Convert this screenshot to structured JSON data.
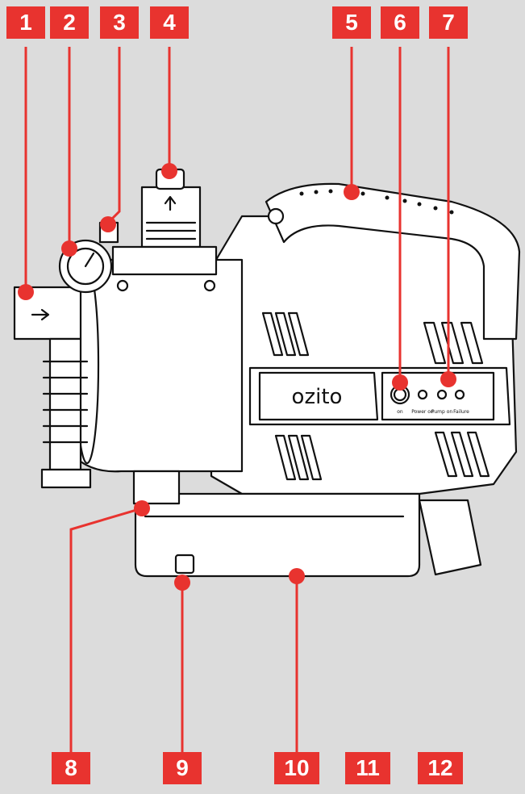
{
  "labels": [
    "1",
    "2",
    "3",
    "4",
    "5",
    "6",
    "7",
    "8",
    "9",
    "10",
    "11",
    "12"
  ],
  "brand": "ozito",
  "panel": {
    "button_label": "on",
    "led_labels": [
      "Power on",
      "Pump on",
      "Failure"
    ]
  },
  "colors": {
    "background": "#dcdcdc",
    "callout": "#e8332f",
    "outline": "#111111",
    "body": "#ffffff"
  }
}
